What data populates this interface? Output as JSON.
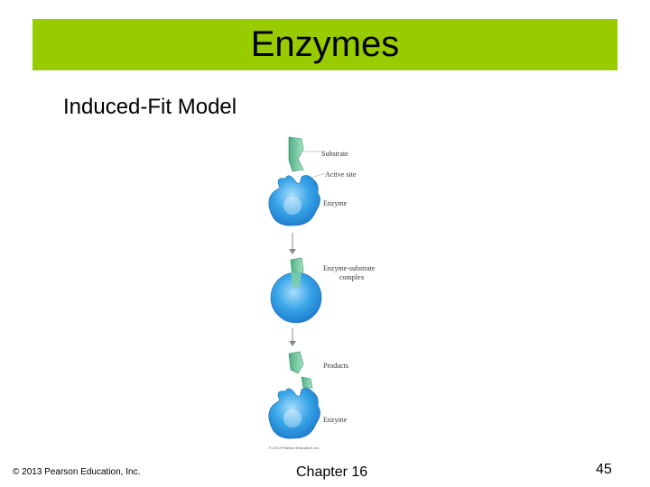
{
  "slide": {
    "title": "Enzymes",
    "subtitle": "Induced-Fit Model",
    "copyright": "© 2013 Pearson Education, Inc.",
    "chapter": "Chapter 16",
    "page_number": "45"
  },
  "figure": {
    "labels": {
      "substrate": "Substrate",
      "active_site": "Active site",
      "enzyme": "Enzyme",
      "complex_line1": "Enzyme-substrate",
      "complex_line2": "complex",
      "products": "Products",
      "enzyme_bottom": "Enzyme"
    },
    "credit": "© 2013 Pearson Education, Inc.",
    "colors": {
      "substrate_green": "#7fcfa6",
      "enzyme_blue": "#3aa6e8",
      "enzyme_dark": "#1f7fd0",
      "title_bar": "#99cc00"
    }
  }
}
